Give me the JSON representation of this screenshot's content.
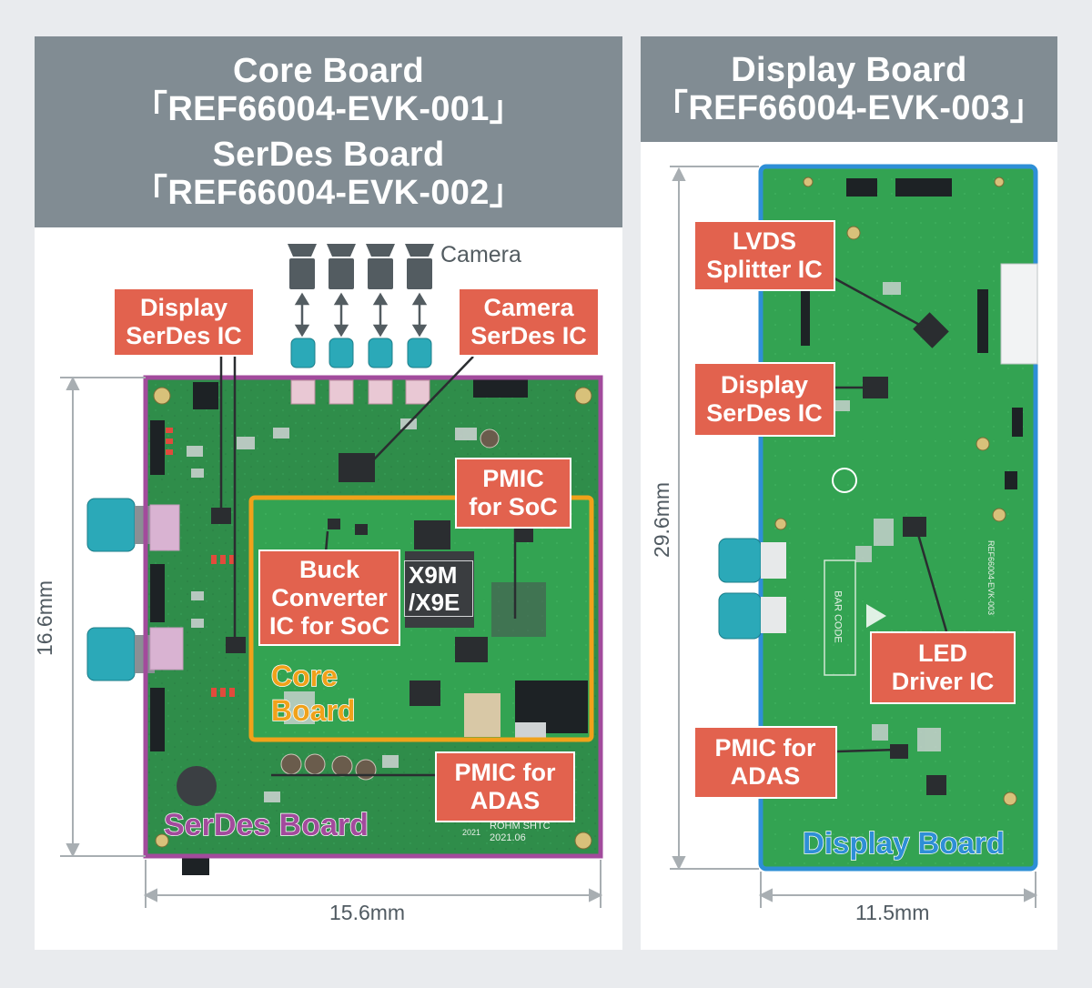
{
  "left_panel": {
    "title_lines": [
      "Core Board",
      "「REF66004-EVK-001」",
      "SerDes Board",
      "「REF66004-EVK-002」"
    ],
    "camera_label": "Camera",
    "callouts": {
      "display_serdes": "Display SerDes IC",
      "camera_serdes": "Camera SerDes IC",
      "pmic_soc": "PMIC for SoC",
      "buck": "Buck Converter IC for SoC",
      "pmic_adas": "PMIC for ADAS"
    },
    "soc_label": "X9M /X9E",
    "core_board_label": "Core Board",
    "serdes_board_label": "SerDes Board",
    "silk_text": "ROHM SHTC 2021.06",
    "silk_year": "2021",
    "dim_height": "16.6mm",
    "dim_width": "15.6mm"
  },
  "right_panel": {
    "title_lines": [
      "Display Board",
      "「REF66004-EVK-003」"
    ],
    "callouts": {
      "lvds": "LVDS Splitter IC",
      "display_serdes": "Display SerDes IC",
      "led": "LED Driver IC",
      "pmic_adas": "PMIC for ADAS"
    },
    "display_board_label": "Display Board",
    "silk_part": "REF66004-EVK-003",
    "silk_barcode": "BAR CODE",
    "dim_height": "29.6mm",
    "dim_width": "11.5mm"
  },
  "colors": {
    "header_bg": "#818c93",
    "callout_bg": "#e2624e",
    "serdes_outline": "#a24b9c",
    "core_outline": "#f0a21a",
    "display_outline": "#2e8fd6",
    "pcb_green": "#2f8d4a"
  }
}
